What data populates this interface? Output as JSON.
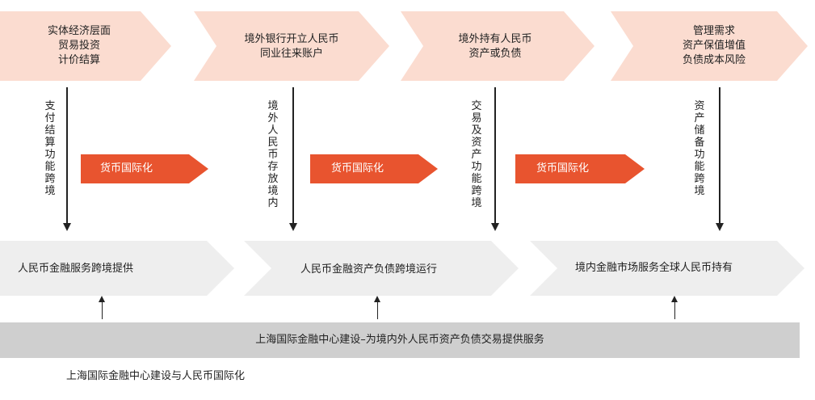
{
  "top_steps": [
    {
      "lines": [
        "实体经济层面",
        "贸易投资",
        "计价结算"
      ]
    },
    {
      "lines": [
        "境外银行开立人民币",
        "同业往来账户"
      ]
    },
    {
      "lines": [
        "境外持有人民币",
        "资产或负债"
      ]
    },
    {
      "lines": [
        "管理需求",
        "资产保值增值",
        "负债成本风险"
      ]
    }
  ],
  "vertical_labels": [
    "支付结算功能跨境",
    "境外人民币存放境内",
    "交易及资产功能跨境",
    "资产储备功能跨境"
  ],
  "orange_arrows": [
    "货币国际化",
    "货币国际化",
    "货币国际化"
  ],
  "middle_steps": [
    "人民币金融服务跨境提供",
    "人民币金融资产负债跨境运行",
    "境内金融市场服务全球人民币持有"
  ],
  "bottom_bar": "上海国际金融中心建设–为境内外人民币资产负债交易提供服务",
  "caption": "上海国际金融中心建设与人民币国际化",
  "colors": {
    "top_chevron": "#fbdcd0",
    "orange": "#e8542f",
    "middle_chevron": "#eeeeee",
    "bottom_bar": "#cfcfcf"
  }
}
